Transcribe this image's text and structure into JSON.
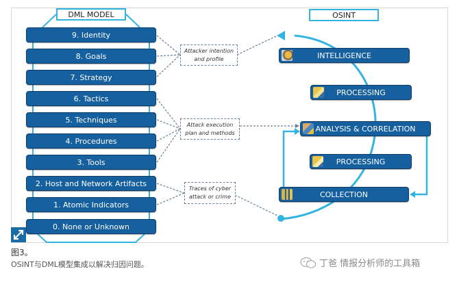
{
  "dml_model": {
    "title": "DML MODEL",
    "levels": [
      {
        "label": "9. Identity"
      },
      {
        "label": "8. Goals"
      },
      {
        "label": "7. Strategy"
      },
      {
        "label": "6. Tactics"
      },
      {
        "label": "5. Techniques"
      },
      {
        "label": "4. Procedures"
      },
      {
        "label": "3. Tools"
      },
      {
        "label": "2. Host and Network Artifacts"
      },
      {
        "label": "1. Atomic Indicators"
      },
      {
        "label": "0. None or Unknown"
      }
    ]
  },
  "osint": {
    "title": "OSINT",
    "stages": [
      {
        "label": "INTELLIGENCE",
        "icon": "intelligence-icon"
      },
      {
        "label": "PROCESSING",
        "icon": "processing-icon"
      },
      {
        "label": "ANALYSIS & CORRELATION",
        "icon": "analysis-icon"
      },
      {
        "label": "PROCESSING",
        "icon": "processing-icon"
      },
      {
        "label": "COLLECTION",
        "icon": "collection-icon"
      }
    ]
  },
  "mappings": [
    {
      "line1": "Attacker intention",
      "line2": "and profile"
    },
    {
      "line1": "Attack execution",
      "line2": "plan and methods"
    },
    {
      "line1": "Traces of cyber",
      "line2": "attack or crime"
    }
  ],
  "caption": {
    "figure": "图3。",
    "text": "OSINT与DML模型集成以解决归因问题。"
  },
  "watermark": {
    "text": "丁爸 情报分析师的工具箱",
    "icon": "wechat-icon"
  },
  "colors": {
    "box_blue": "#1660a0",
    "accent_cyan": "#33b4e0",
    "dashed_gray": "#6a7f92"
  }
}
